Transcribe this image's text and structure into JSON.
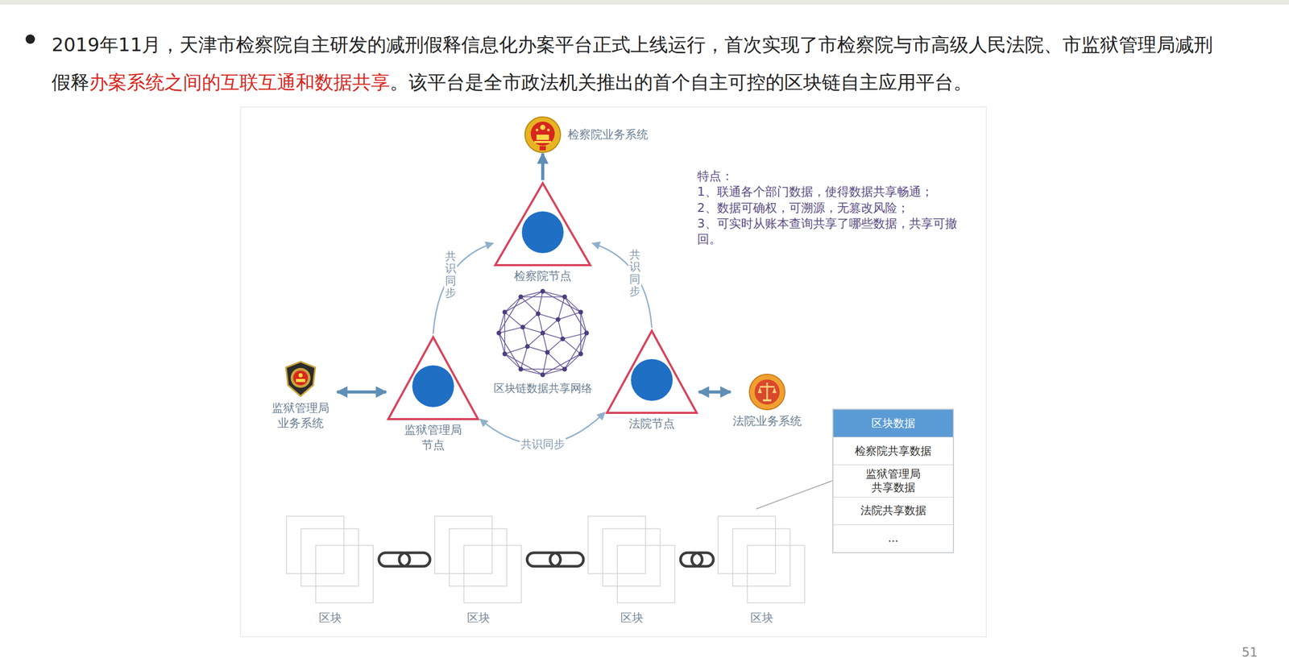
{
  "diagram": {
    "nodes": [
      {
        "text": [
          "检察院业务系统"
        ]
      },
      {
        "text": [
          "检察院节点"
        ]
      },
      {
        "text": [
          "监狱管理局业务系统"
        ]
      },
      {
        "text": [
          "监狱管理局节点"
        ]
      },
      {
        "text": [
          "区块链数据共享网络"
        ]
      },
      {
        "text": [
          "法院节点"
        ]
      },
      {
        "text": [
          "法院业务系统"
        ]
      },
      {
        "text": [
          "区块数据"
        ]
      },
      {
        "text": [
          "检察院共享数据"
        ],
        "in": 7
      },
      {
        "text": [
          "监狱管理局共享数据"
        ],
        "in": 7
      },
      {
        "text": [
          "法院共享数据"
        ],
        "in": 7
      },
      {
        "text": [
          "..."
        ],
        "in": 7
      },
      {
        "text": [
          "区块"
        ]
      },
      {
        "text": [
          "区块"
        ]
      },
      {
        "text": [
          "区块"
        ]
      },
      {
        "text": [
          "区块"
        ]
      }
    ],
    "edges": [
      {
        "from": 1,
        "to": 0,
        "arrow": "to"
      },
      {
        "from": 3,
        "to": 1,
        "label": "共识同步",
        "arrow": "to"
      },
      {
        "from": 5,
        "to": 1,
        "label": "共识同步",
        "arrow": "to"
      },
      {
        "from": 3,
        "to": 5,
        "label": "共识同步",
        "arrow": "both"
      },
      {
        "from": 2,
        "to": 3,
        "arrow": "both"
      },
      {
        "from": 5,
        "to": 6,
        "arrow": "both"
      },
      {
        "from": 12,
        "to": 13,
        "arrow": "none"
      },
      {
        "from": 13,
        "to": 14,
        "arrow": "none"
      },
      {
        "from": 14,
        "to": 15,
        "arrow": "none"
      },
      {
        "from": 15,
        "to": 7,
        "arrow": "none"
      }
    ],
    "labels": [
      "2019年11月，天津市检察院自主研发的减刑假释信息化办案平台正式上线运行，首次实现了市检察院与市高级人民法院、市监狱管理局减刑假释",
      "办案系统之间的互联互通和数据共享",
      "。该平台是全市政法机关推出的首个自主可控的区块链自主应用平台。",
      "特点：",
      "1、联通各个部门数据，使得数据共享畅通；",
      "2、数据可确权，可溯源，无篡改风险；",
      "3、可实时从账本查询共享了哪些数据，共享可撤回。",
      "51"
    ]
  }
}
